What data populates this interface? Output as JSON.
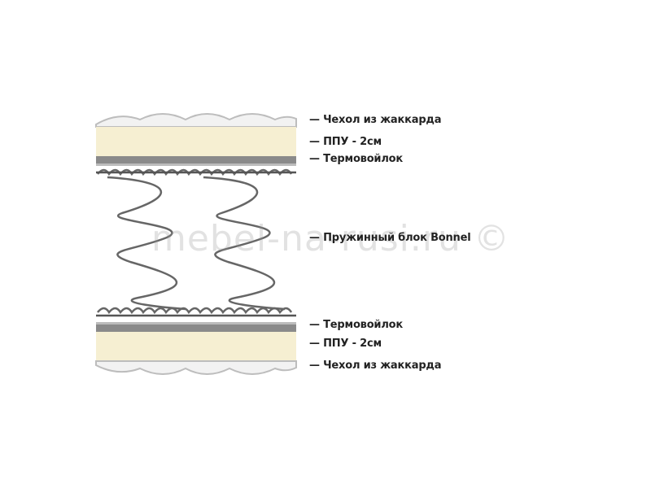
{
  "layers": {
    "cover_top": "— Чехол из жаккарда",
    "foam_top": "— ППУ - 2см",
    "felt_top": "— Термовойлок",
    "spring_block": "— Пружинный блок Bonnel",
    "felt_bottom": "— Термовойлок",
    "foam_bottom": "— ППУ - 2см",
    "cover_bottom": "— Чехол из жаккарда"
  },
  "watermark": "mebel-na-rusi.ru ©",
  "colors": {
    "foam": "#f6efd2",
    "felt": "#8a8a8a",
    "cover": "#c8c8c8",
    "spring": "#666666",
    "text": "#222222"
  }
}
